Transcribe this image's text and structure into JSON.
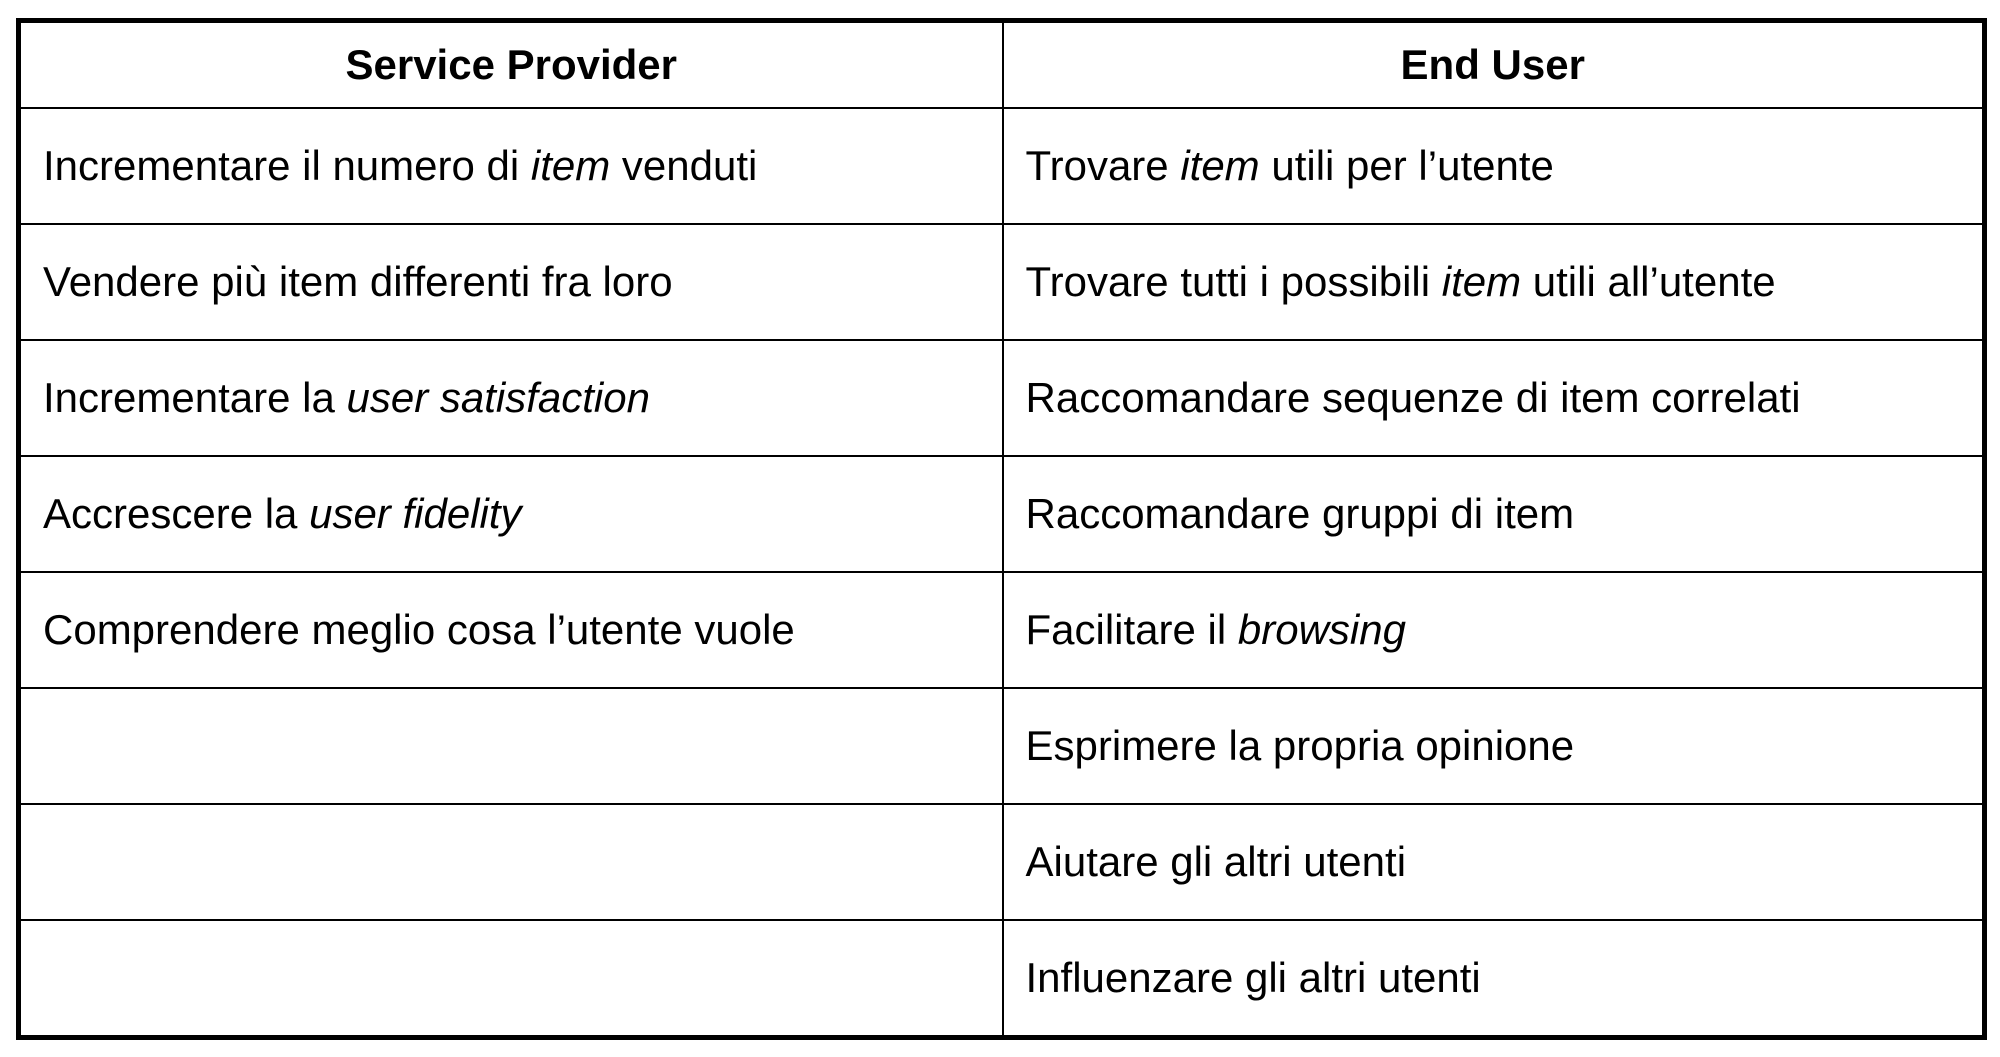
{
  "table": {
    "headers": {
      "service_provider": "Service Provider",
      "end_user": "End User"
    },
    "rows": [
      {
        "provider": [
          {
            "text": "Incrementare il numero di "
          },
          {
            "text": "item",
            "italic": true
          },
          {
            "text": " venduti"
          }
        ],
        "user": [
          {
            "text": "Trovare "
          },
          {
            "text": "item",
            "italic": true
          },
          {
            "text": " utili per l’utente"
          }
        ]
      },
      {
        "provider": [
          {
            "text": "Vendere più item differenti fra loro"
          }
        ],
        "user": [
          {
            "text": "Trovare tutti i possibili "
          },
          {
            "text": "item",
            "italic": true
          },
          {
            "text": " utili all’utente"
          }
        ]
      },
      {
        "provider": [
          {
            "text": "Incrementare la "
          },
          {
            "text": "user satisfaction",
            "italic": true
          }
        ],
        "user": [
          {
            "text": "Raccomandare sequenze di item correlati"
          }
        ]
      },
      {
        "provider": [
          {
            "text": "Accrescere la "
          },
          {
            "text": "user fidelity",
            "italic": true
          }
        ],
        "user": [
          {
            "text": "Raccomandare gruppi di item"
          }
        ]
      },
      {
        "provider": [
          {
            "text": "Comprendere meglio cosa l’utente vuole"
          }
        ],
        "user": [
          {
            "text": "Facilitare il "
          },
          {
            "text": "browsing",
            "italic": true
          }
        ]
      },
      {
        "provider": [],
        "user": [
          {
            "text": "Esprimere la propria opinione"
          }
        ]
      },
      {
        "provider": [],
        "user": [
          {
            "text": "Aiutare gli altri utenti"
          }
        ]
      },
      {
        "provider": [],
        "user": [
          {
            "text": "Influenzare gli altri utenti"
          }
        ]
      }
    ]
  }
}
